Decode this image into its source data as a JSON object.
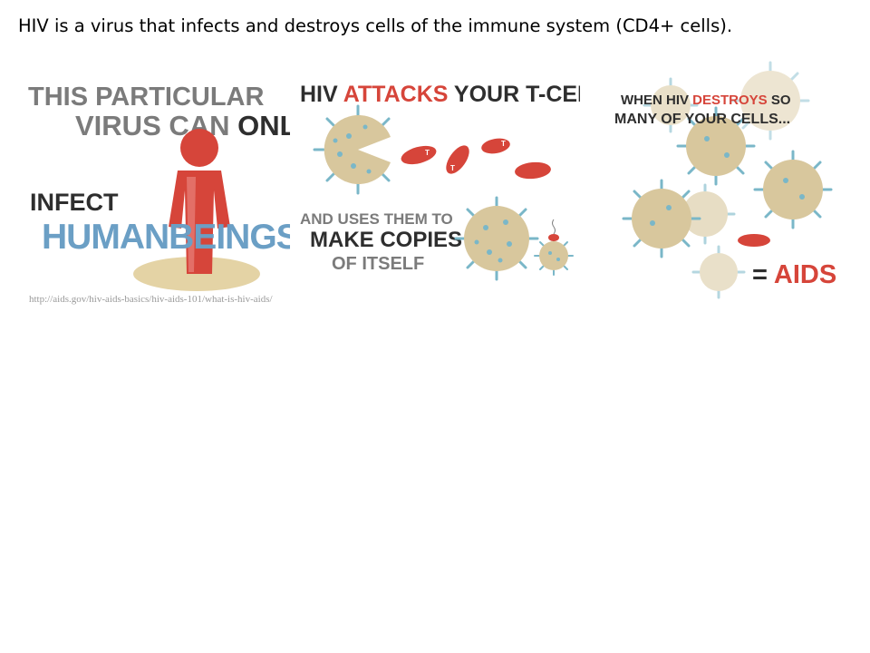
{
  "slide": {
    "title": "HIV is a virus that infects and destroys cells of the immune system (CD4+ cells)."
  },
  "infographic": {
    "panel1": {
      "line1": "THIS PARTICULAR",
      "line2a": "VIRUS CAN ",
      "line2b": "ONLY",
      "line3": "INFECT",
      "line4": "HUMANBEINGS"
    },
    "panel2": {
      "heading_a": "HIV ",
      "heading_b": "ATTACKS",
      "heading_c": " YOUR T-CELLS",
      "tcell_letter": "T",
      "text1": "AND USES THEM TO",
      "text2": "MAKE COPIES",
      "text3": "OF ITSELF"
    },
    "panel3": {
      "line1a": "WHEN HIV ",
      "line1b": "DESTROYS",
      "line1c": " SO",
      "line2": "MANY OF YOUR CELLS...",
      "result_eq": "= ",
      "result_word": "AIDS"
    },
    "source_url": "http://aids.gov/hiv-aids-basics/hiv-aids-101/what-is-hiv-aids/"
  },
  "colors": {
    "red": "#d6453a",
    "gray_text": "#7b7b7b",
    "dark_text": "#2e2e2e",
    "blue": "#6b9fc5",
    "virus_body": "#d8c79d",
    "virus_spikes": "#7ab7c8",
    "pedestal": "#e4d3a5"
  }
}
